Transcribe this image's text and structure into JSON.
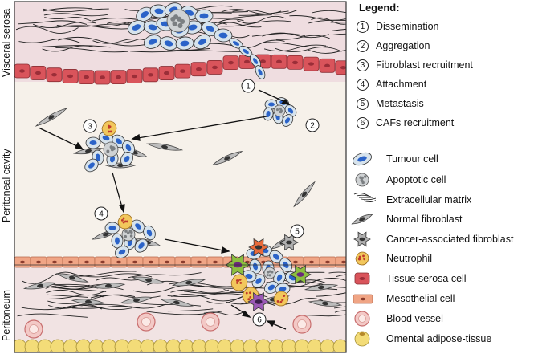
{
  "side_labels": {
    "visceral": "Visceral serosa",
    "cavity": "Peritoneal cavity",
    "peritoneum": "Peritoneum"
  },
  "legend": {
    "title": "Legend:",
    "steps": [
      {
        "num": "1",
        "label": "Dissemination"
      },
      {
        "num": "2",
        "label": "Aggregation"
      },
      {
        "num": "3",
        "label": "Fibroblast recruitment"
      },
      {
        "num": "4",
        "label": "Attachment"
      },
      {
        "num": "5",
        "label": "Metastasis"
      },
      {
        "num": "6",
        "label": "CAFs recruitment"
      }
    ],
    "cells": [
      {
        "icon": "tumour-cell-icon",
        "label": "Tumour cell"
      },
      {
        "icon": "apoptotic-cell-icon",
        "label": "Apoptotic cell"
      },
      {
        "icon": "extracellular-matrix-icon",
        "label": "Extracellular matrix"
      },
      {
        "icon": "normal-fibroblast-icon",
        "label": "Normal fibroblast"
      },
      {
        "icon": "caf-icon",
        "label": "Cancer-associated fibroblast"
      },
      {
        "icon": "neutrophil-icon",
        "label": "Neutrophil"
      },
      {
        "icon": "tissue-serosa-cell-icon",
        "label": "Tissue serosa cell"
      },
      {
        "icon": "mesothelial-cell-icon",
        "label": "Mesothelial cell"
      },
      {
        "icon": "blood-vessel-icon",
        "label": "Blood vessel"
      },
      {
        "icon": "omental-adipose-icon",
        "label": "Omental adipose-tissue"
      }
    ]
  },
  "diagram_markers": [
    "1",
    "2",
    "3",
    "4",
    "5",
    "6"
  ],
  "colors": {
    "serosa_bg": "#efdde0",
    "cavity_bg": "#f6f1ea",
    "tissue_cell": "#d9545b",
    "mesothelial": "#f0a585",
    "tumour_fill": "#d7e3ec",
    "tumour_nucleus": "#2b63c8",
    "fibroblast": "#9a9a9a",
    "adipose": "#f3dc78",
    "neutrophil": "#f2c75c",
    "caf_green": "#8cbf3f"
  }
}
